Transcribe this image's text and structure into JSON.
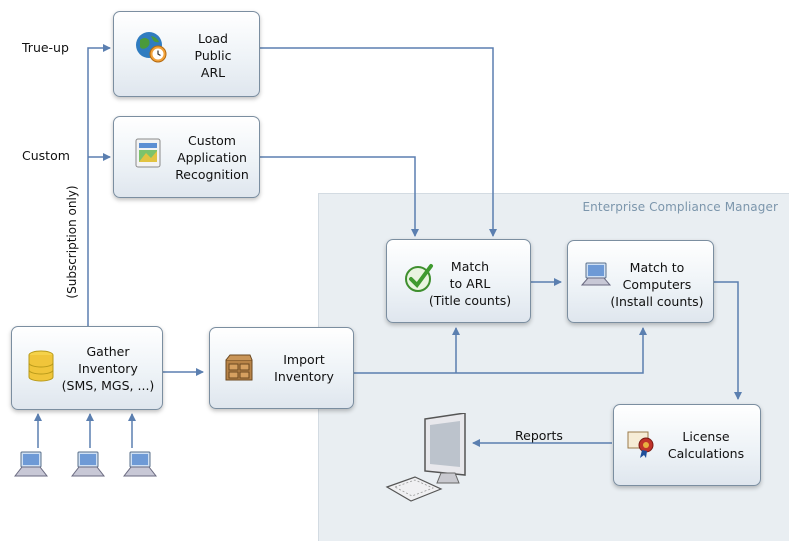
{
  "region": {
    "title": "Enterprise Compliance Manager"
  },
  "labels": {
    "true_up": "True-up",
    "custom": "Custom",
    "subscription": "(Subscription only)",
    "reports": "Reports"
  },
  "boxes": {
    "load_arl": {
      "line1": "Load",
      "line2": "Public",
      "line3": "ARL"
    },
    "custom_app": {
      "line1": "Custom",
      "line2": "Application",
      "line3": "Recognition"
    },
    "gather": {
      "line1": "Gather",
      "line2": "Inventory",
      "line3": "(SMS, MGS, ...)"
    },
    "import": {
      "line1": "Import",
      "line2": "Inventory"
    },
    "match_arl": {
      "line1": "Match",
      "line2": "to ARL",
      "line3": "(Title counts)"
    },
    "match_computers": {
      "line1": "Match to",
      "line2": "Computers",
      "line3": "(Install counts)"
    },
    "license": {
      "line1": "License",
      "line2": "Calculations"
    }
  },
  "icons": {
    "load_arl": "globe-clock-icon",
    "custom_app": "application-icon",
    "gather": "database-icon",
    "import": "cabinet-icon",
    "match_arl": "checkmark-icon",
    "match_computers": "laptop-icon",
    "license": "ribbon-certificate-icon",
    "reports": "desktop-computer-icon",
    "clients": "laptop-icon"
  },
  "colors": {
    "arrow": "#5b7fb0",
    "region_bg": "#e9eef2",
    "region_title": "#7c96ac"
  }
}
